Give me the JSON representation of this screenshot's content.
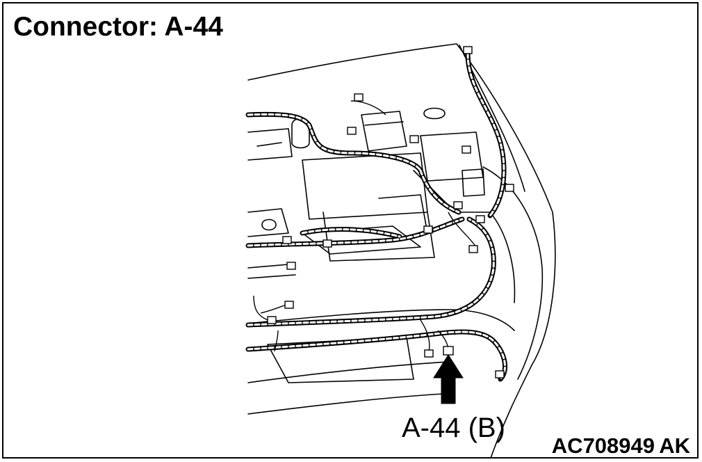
{
  "title": "Connector: A-44",
  "callout_label": "A-44 (B)",
  "figure_id": "AC708949 AK",
  "colors": {
    "line": "#000000",
    "background": "#ffffff"
  },
  "icons": {
    "pointer": "arrow-up-icon"
  }
}
